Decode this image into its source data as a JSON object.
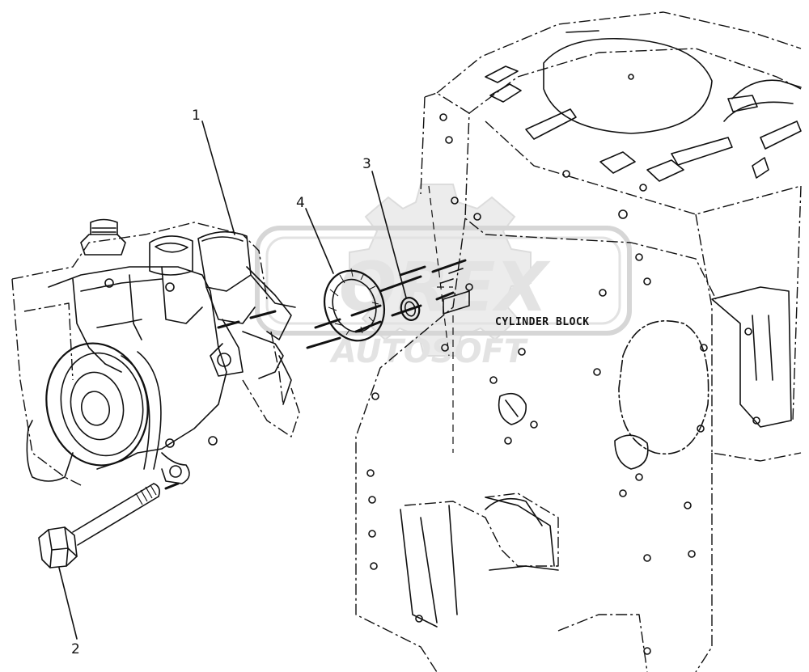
{
  "callouts": [
    {
      "id": "1",
      "label": "1"
    },
    {
      "id": "2",
      "label": "2"
    },
    {
      "id": "3",
      "label": "3"
    },
    {
      "id": "4",
      "label": "4"
    }
  ],
  "block_label": "CYLINDER BLOCK",
  "watermark": {
    "brand": "OREX",
    "sub": "AUTOSOFT"
  },
  "colors": {
    "line": "#111111",
    "background": "#ffffff",
    "watermark": "#e3e3e3"
  }
}
